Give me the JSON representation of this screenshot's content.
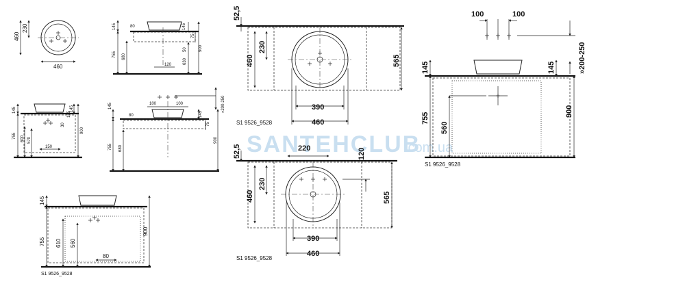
{
  "watermark": {
    "brand": "SANTEHCLUB",
    "domain": ".com.ua"
  },
  "topleft_plan": {
    "d460v": "460",
    "d230": "230",
    "d460h": "460"
  },
  "topmid_elev": {
    "d145": "145",
    "d80": "80",
    "d145b": "145",
    "d75": "75",
    "d755": "755",
    "d680": "680",
    "d50": "50",
    "d630": "630",
    "d900": "900",
    "d120": "120"
  },
  "midleft_elev": {
    "d145": "145",
    "d145b": "145",
    "d755": "755",
    "d600": "600",
    "d570": "570",
    "d150": "150",
    "d30": "30",
    "d155": "155",
    "d900": "900"
  },
  "midmid_elev": {
    "d145": "145",
    "d80": "80",
    "d100a": "100",
    "d100b": "100",
    "d145b": "145",
    "d75": "75",
    "d200250": "»200-250",
    "d755": "755",
    "d680": "680",
    "d900": "900"
  },
  "bottomleft_elev": {
    "d145": "145",
    "d755": "755",
    "d610": "610",
    "d560": "560",
    "d80": "80",
    "d900": "900",
    "caption": "S1 9526_9528"
  },
  "plan_top": {
    "d525": "52,5",
    "d230": "230",
    "d460": "460",
    "d565": "565",
    "d390": "390",
    "d460b": "460",
    "caption": "S1 9526_9528"
  },
  "plan_bottom": {
    "d525": "52,5",
    "d220": "220",
    "d120": "120",
    "d230": "230",
    "d460": "460",
    "d565": "565",
    "d390": "390",
    "d460b": "460",
    "caption": "S1 9526_9528"
  },
  "elev_right": {
    "d100a": "100",
    "d100b": "100",
    "d200250": "»200-250",
    "d145": "145",
    "d145b": "145",
    "d755": "755",
    "d560": "560",
    "d900": "900",
    "caption": "S1 9526_9528"
  }
}
